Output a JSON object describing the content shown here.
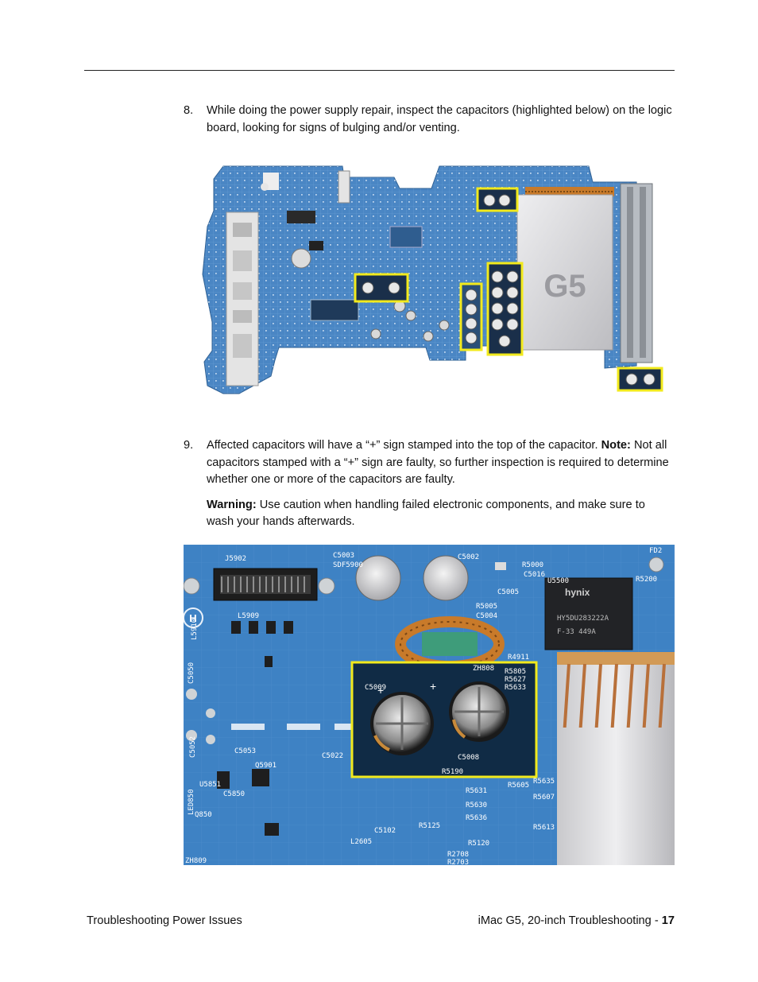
{
  "steps": [
    {
      "number": "8.",
      "text": "While doing the power supply repair, inspect the capacitors (highlighted below) on the logic board, looking for signs of bulging and/or venting."
    },
    {
      "number": "9.",
      "text": "Affected capacitors will have a “+” sign stamped into the top of the capacitor.",
      "note_label": "Note:",
      "note_text": "Not all capacitors stamped with a “+” sign are faulty, so further inspection is required to determine whether one or more of the capacitors are faulty.",
      "warning_label": "Warning:",
      "warning_text": "Use caution when handling failed electronic components, and make sure to wash your hands afterwards."
    }
  ],
  "figure1": {
    "heatsink_label": "G5"
  },
  "figure2": {
    "silk": {
      "j5902": "J5902",
      "c5003": "C5003",
      "c5002": "C5002",
      "sdf5900": "SDF5900",
      "r5000": "R5000",
      "c5016": "C5016",
      "u5500": "U5500",
      "fd2": "FD2",
      "r5200": "R5200",
      "h": "H",
      "l5909": "L5909",
      "l5910": "L5910",
      "c5050": "C5050",
      "c5052": "C5052",
      "c5053": "C5053",
      "q5901": "Q5901",
      "u5851": "U5851",
      "c5850": "C5850",
      "q850": "Q850",
      "led850": "LED850",
      "zh809": "ZH809",
      "c5022": "C5022",
      "r5005": "R5005",
      "c5005": "C5005",
      "c5004": "C5004",
      "zh808": "ZH808",
      "c5009": "C5009",
      "c5008": "C5008",
      "r5190": "R5190",
      "r4911": "R4911",
      "r5805": "R5805",
      "r5627": "R5627",
      "r5633": "R5633",
      "r5605": "R5605",
      "r5635": "R5635",
      "r5607": "R5607",
      "r5613": "R5613",
      "l2605": "L2605",
      "r5120": "R5120",
      "r2708": "R2708",
      "r2703": "R2703",
      "c5102": "C5102",
      "r5125": "R5125",
      "r5630": "R5630",
      "r5636": "R5636",
      "r5631": "R5631",
      "chip_brand": "hynix",
      "chip_line1": "HY5DU283222A",
      "chip_line2": "F-33   449A"
    }
  },
  "footer": {
    "left": "Troubleshooting Power Issues",
    "right_text": "iMac G5, 20-inch Troubleshooting - ",
    "page_number": "17"
  },
  "colors": {
    "board_blue": "#3d7fbf",
    "highlight_yellow": "#f2ea1c",
    "heatsink_silver": "#d4d4d6",
    "copper": "#c87a2a"
  }
}
